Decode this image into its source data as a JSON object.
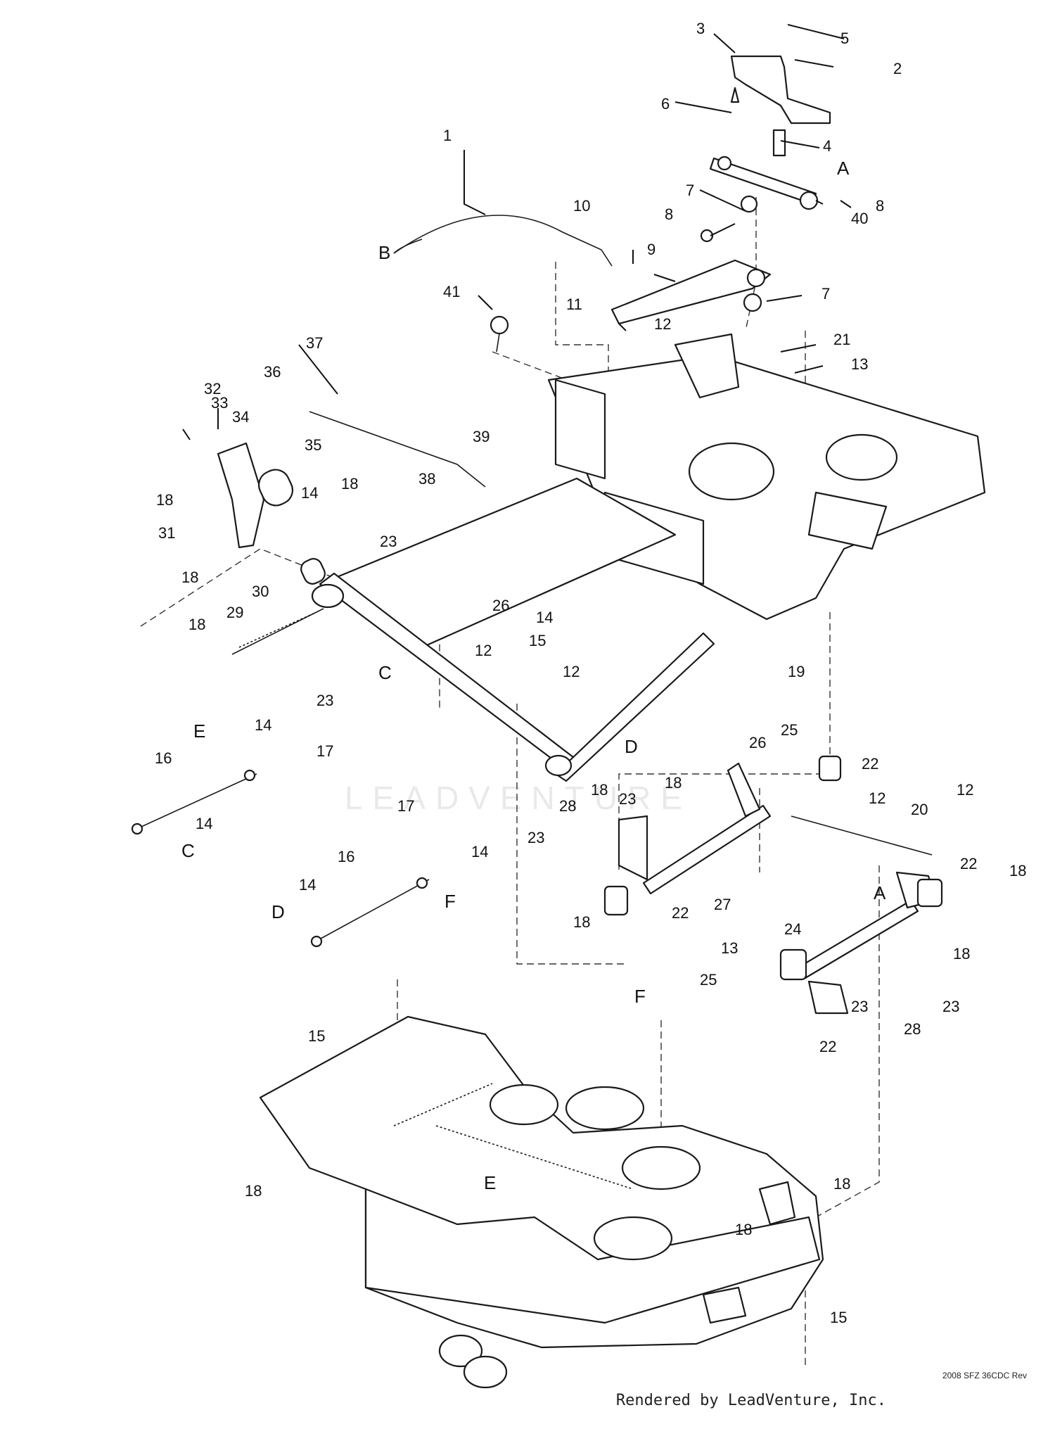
{
  "watermark": "LEADVENTURE",
  "drawing_code": "2008 SFZ 36CDC Rev",
  "credit": "Rendered by LeadVenture, Inc.",
  "callouts": [
    "1",
    "2",
    "3",
    "4",
    "5",
    "6",
    "7",
    "8",
    "9",
    "10",
    "11",
    "12",
    "13",
    "14",
    "15",
    "16",
    "17",
    "18",
    "19",
    "20",
    "21",
    "22",
    "23",
    "24",
    "25",
    "26",
    "27",
    "28",
    "29",
    "30",
    "31",
    "32",
    "33",
    "34",
    "35",
    "36",
    "37",
    "38",
    "39",
    "40",
    "41"
  ],
  "reference_letters": [
    "A",
    "B",
    "C",
    "D",
    "E",
    "F"
  ]
}
